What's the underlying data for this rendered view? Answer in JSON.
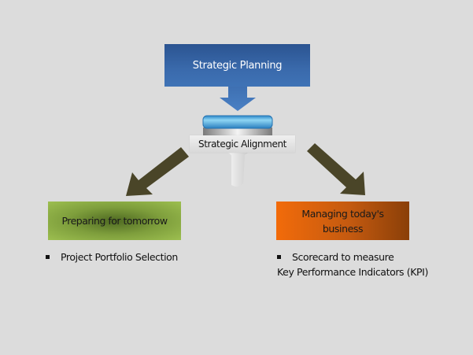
{
  "diagram": {
    "top": {
      "label": "Strategic Planning",
      "color": "#3a6aac"
    },
    "center": {
      "label": "Strategic Alignment",
      "funnel_color": "#4aa8e0"
    },
    "left": {
      "label": "Preparing for tomorrow",
      "color": "#8fb043",
      "bullets": [
        "Project Portfolio Selection"
      ]
    },
    "right": {
      "label": "Managing today's business",
      "color": "#d0600c",
      "bullets": [
        "Scorecard to measure",
        "Key Performance Indicators (KPI)"
      ]
    },
    "arrow_color": "#4a4528",
    "background": "#dcdcdc"
  }
}
